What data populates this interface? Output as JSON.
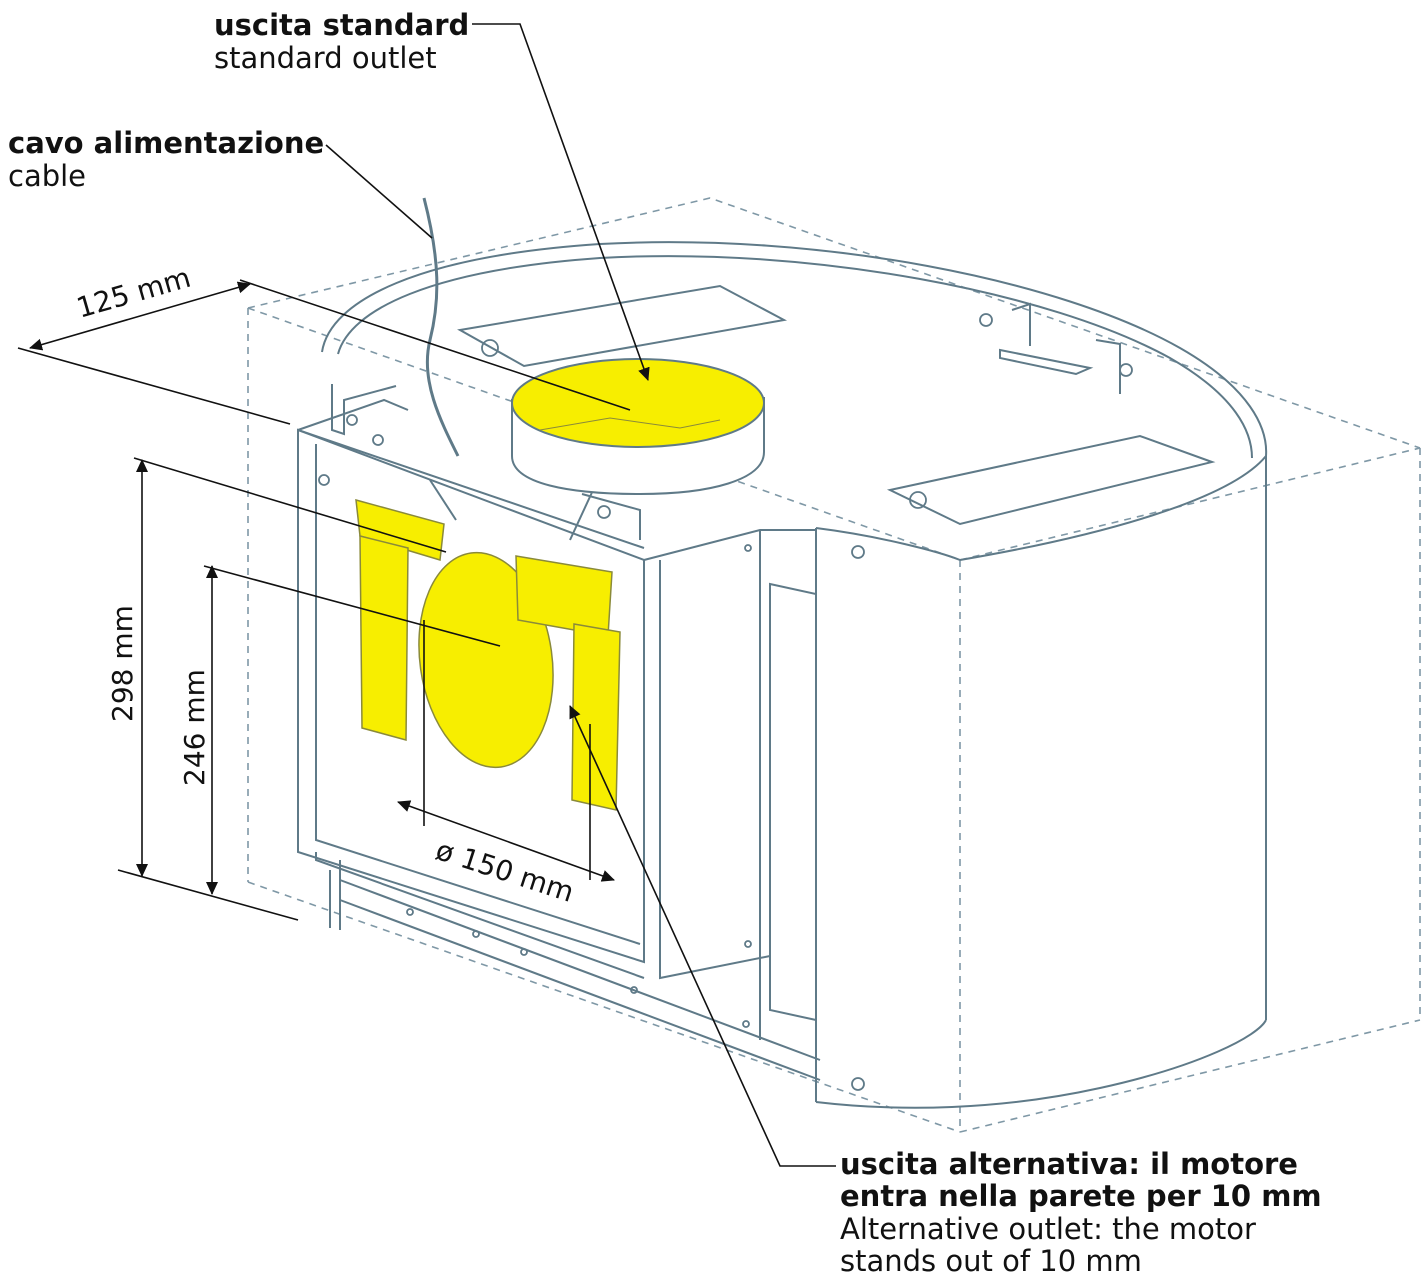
{
  "labels": {
    "standard_outlet": {
      "title": "uscita standard",
      "subtitle": "standard outlet"
    },
    "cable": {
      "title": "cavo alimentazione",
      "subtitle": "cable"
    },
    "alternative_outlet": {
      "title_line1": "uscita alternativa: il motore",
      "title_line2": "entra nella parete per 10 mm",
      "subtitle_line1": "Alternative outlet: the motor",
      "subtitle_line2": "stands out of 10 mm"
    }
  },
  "dimensions": {
    "depth": "125 mm",
    "height_total": "298 mm",
    "height_outlet": "246 mm",
    "outlet_diameter": "ø 150 mm"
  },
  "colors": {
    "outline": "#5f7a88",
    "dashed": "#7f98a6",
    "highlight": "#f7ee00",
    "highlight_stroke": "#8a8a3a",
    "leader": "#111111"
  }
}
